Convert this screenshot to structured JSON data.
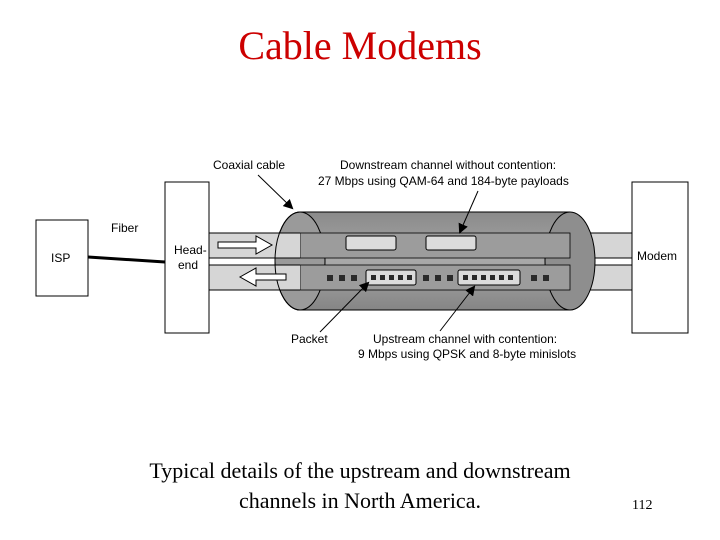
{
  "title": "Cable Modems",
  "diagram": {
    "isp_label": "ISP",
    "fiber_label": "Fiber",
    "headend_label_line1": "Head-",
    "headend_label_line2": "end",
    "modem_label": "Modem",
    "coax_label": "Coaxial cable",
    "downstream_line1": "Downstream channel without contention:",
    "downstream_line2": "27 Mbps using QAM-64 and 184-byte payloads",
    "packet_label": "Packet",
    "upstream_line1": "Upstream channel with contention:",
    "upstream_line2": "9 Mbps using QPSK and 8-byte minislots"
  },
  "caption_line1": "Typical details of the upstream and downstream",
  "caption_line2": "channels in North America.",
  "page_number": "112"
}
